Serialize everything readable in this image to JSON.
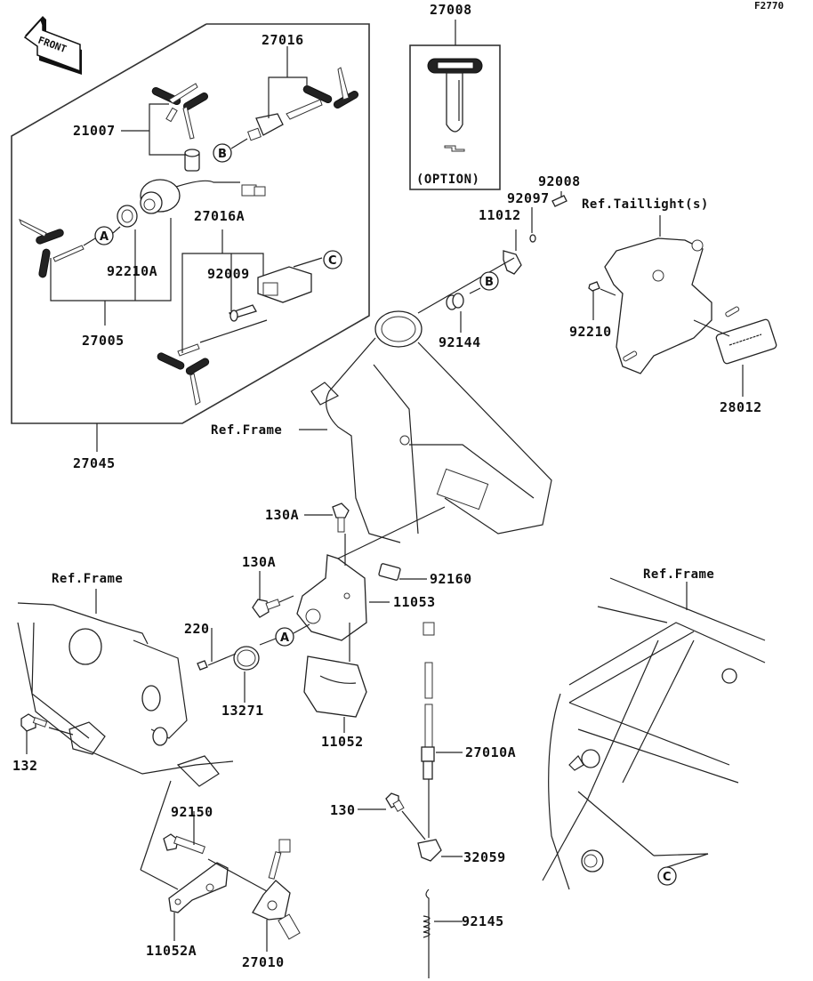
{
  "diagram": {
    "figure_code": "F2770",
    "direction_sign": "FRONT",
    "option_note": "(OPTION)",
    "part_labels": {
      "p27008": "27008",
      "p27016": "27016",
      "p21007": "21007",
      "p27016A": "27016A",
      "p92210A": "92210A",
      "p92009": "92009",
      "p27005": "27005",
      "p27045": "27045",
      "p11012": "11012",
      "p92097": "92097",
      "p92008": "92008",
      "p92144": "92144",
      "p92210": "92210",
      "p28012": "28012",
      "p130A_top": "130A",
      "p130A_side": "130A",
      "p92160": "92160",
      "p11053": "11053",
      "p220": "220",
      "p13271": "13271",
      "p11052": "11052",
      "p27010A": "27010A",
      "p132": "132",
      "p92150": "92150",
      "p130": "130",
      "p32059": "32059",
      "p92145": "92145",
      "p11052A": "11052A",
      "p27010": "27010"
    },
    "reference_labels": {
      "taillight": "Ref.Taillight(s)",
      "frame_center": "Ref.Frame",
      "frame_left": "Ref.Frame",
      "frame_right": "Ref.Frame"
    },
    "callouts": {
      "a1": "A",
      "a2": "A",
      "b1": "B",
      "b2": "B",
      "c1": "C",
      "c2": "C"
    }
  }
}
